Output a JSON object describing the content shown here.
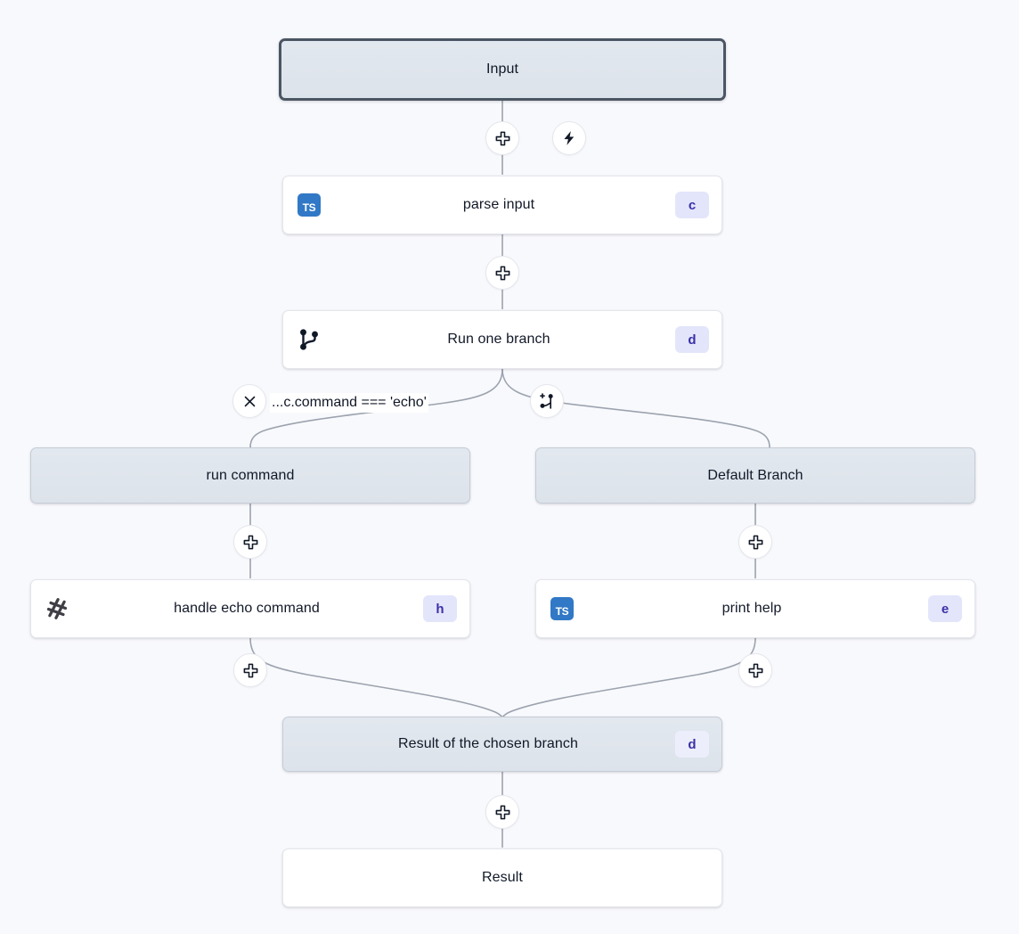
{
  "canvas": {
    "background": "#f8f9fc",
    "edge_color": "#9ca3af"
  },
  "colors": {
    "badge_bg": "#e3e5fb",
    "badge_text": "#3b31a8",
    "ts_blue": "#3178c6",
    "gray_node": "#e2e8ef",
    "selected_border": "#4b5563"
  },
  "nodes": {
    "input": {
      "label": "Input",
      "kind": "gray-selected"
    },
    "parse_input": {
      "label": "parse input",
      "icon": "typescript-icon",
      "badge": "c",
      "kind": "white"
    },
    "run_one_branch": {
      "label": "Run one branch",
      "icon": "git-branch-icon",
      "badge": "d",
      "kind": "white"
    },
    "run_command": {
      "label": "run command",
      "kind": "gray"
    },
    "default_branch": {
      "label": "Default Branch",
      "kind": "gray"
    },
    "handle_echo": {
      "label": "handle echo command",
      "icon": "hash-icon",
      "badge": "h",
      "kind": "white"
    },
    "print_help": {
      "label": "print help",
      "icon": "typescript-icon",
      "badge": "e",
      "kind": "white"
    },
    "result_chosen": {
      "label": "Result of the chosen branch",
      "badge": "d",
      "kind": "gray"
    },
    "result": {
      "label": "Result",
      "kind": "plain"
    }
  },
  "edge_labels": {
    "branch_condition": "...c.command === 'echo'"
  },
  "icons": {
    "add_step": "plus-icon",
    "trigger": "lightning-bolt-icon",
    "remove_branch": "close-icon",
    "add_branch": "git-branch-plus-icon",
    "typescript": "typescript-icon",
    "git_branch": "git-branch-icon",
    "hash": "hash-icon"
  },
  "handles": {
    "after_input": "plus-icon",
    "trigger": "lightning-bolt-icon",
    "after_parse": "plus-icon",
    "remove_branch": "close-icon",
    "add_branch": "git-branch-plus-icon",
    "after_run_command": "plus-icon",
    "after_default_branch": "plus-icon",
    "after_handle_echo": "plus-icon",
    "after_print_help": "plus-icon",
    "after_result_chosen": "plus-icon"
  }
}
